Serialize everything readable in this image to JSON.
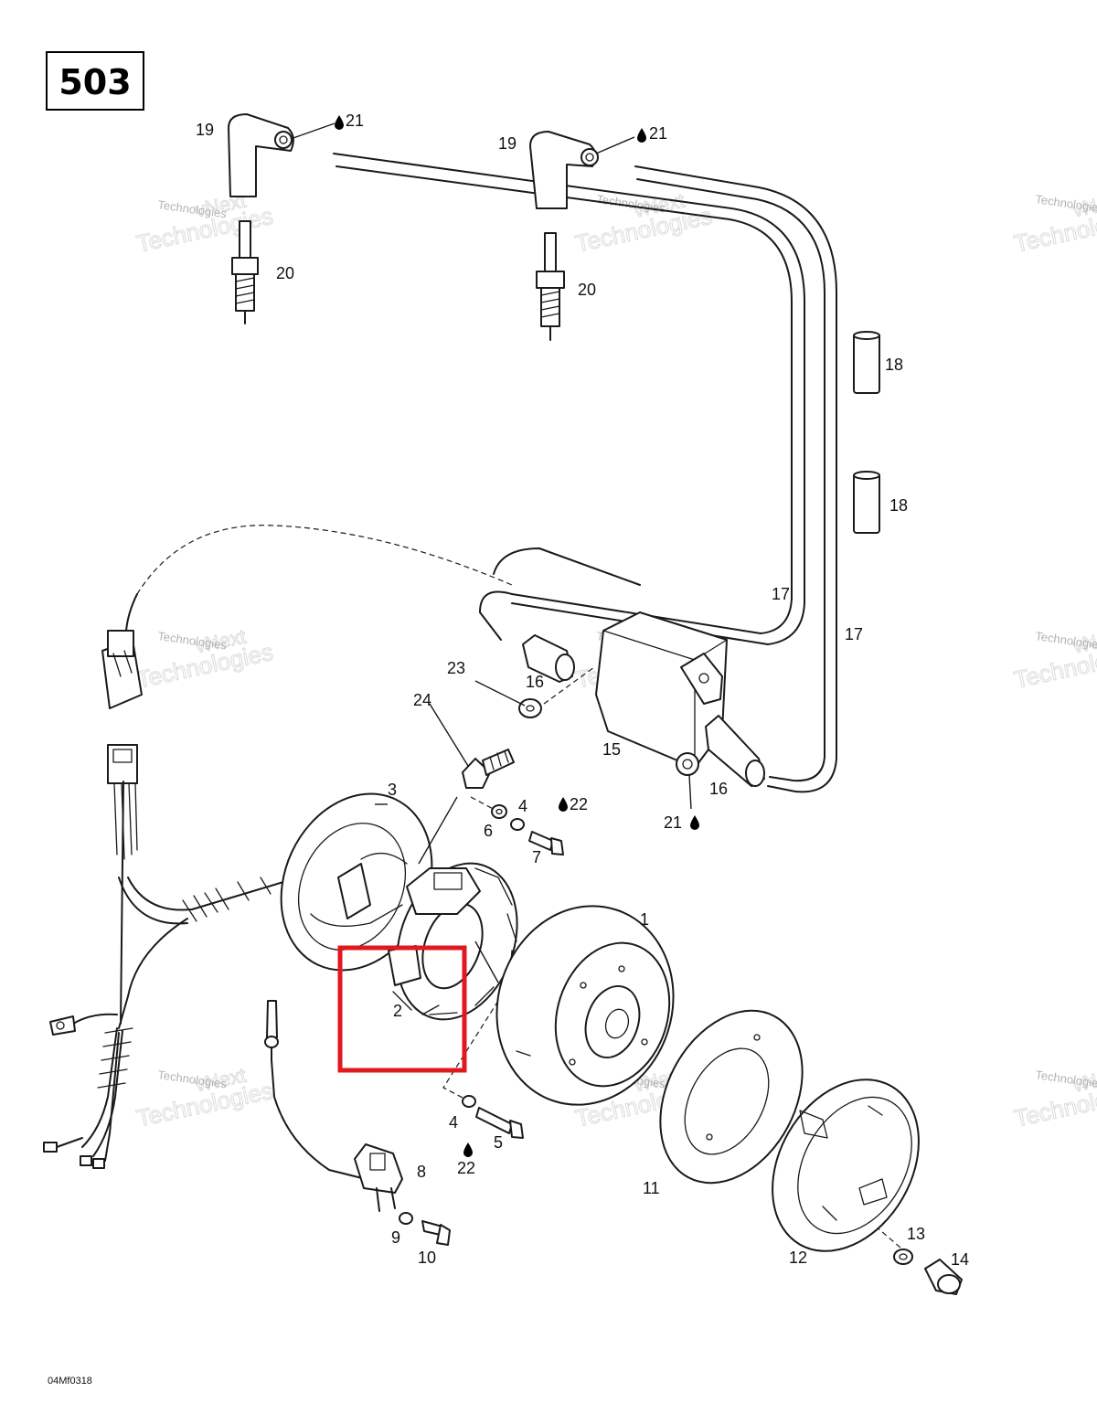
{
  "diagram": {
    "reference_number": "503",
    "drawing_code": "04Mf0318",
    "highlight_color": "#e0191f",
    "highlighted_part": "2",
    "watermark": {
      "line1": "vNext",
      "line2": "Technologies"
    },
    "callouts": {
      "c1": "1",
      "c2": "2",
      "c3": "3",
      "c4a": "4",
      "c4b": "4",
      "c5": "5",
      "c6": "6",
      "c7": "7",
      "c8": "8",
      "c9": "9",
      "c10": "10",
      "c11": "11",
      "c12": "12",
      "c13": "13",
      "c14": "14",
      "c15": "15",
      "c16a": "16",
      "c16b": "16",
      "c17a": "17",
      "c17b": "17",
      "c18a": "18",
      "c18b": "18",
      "c19a": "19",
      "c19b": "19",
      "c20a": "20",
      "c20b": "20",
      "c21a": "21",
      "c21b": "21",
      "c21c": "21",
      "c22a": "22",
      "c22b": "22",
      "c23": "23",
      "c24": "24"
    }
  }
}
